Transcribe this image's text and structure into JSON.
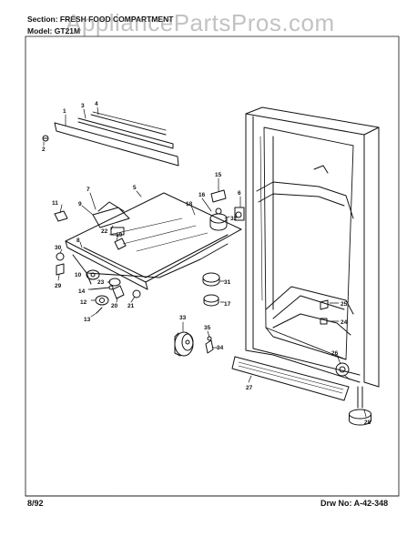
{
  "header": {
    "section_label": "Section:",
    "section_value": "FRESH FOOD COMPARTMENT",
    "model_label": "Model:",
    "model_value": "GT21M"
  },
  "watermark": "AppliancePartsPros.com",
  "footer": {
    "date": "8/92",
    "drawing_number": "Drw No: A-42-348"
  },
  "callouts": [
    "1",
    "2",
    "3",
    "4",
    "5",
    "6",
    "7",
    "8",
    "9",
    "10",
    "11",
    "12",
    "13",
    "14",
    "15",
    "16",
    "17",
    "18",
    "19",
    "20",
    "21",
    "22",
    "23",
    "24",
    "25",
    "26",
    "27",
    "28",
    "29",
    "30",
    "31",
    "32",
    "33",
    "34",
    "35"
  ],
  "colors": {
    "line": "#111111",
    "paper": "#ffffff",
    "watermark": "#8a8a8a"
  }
}
